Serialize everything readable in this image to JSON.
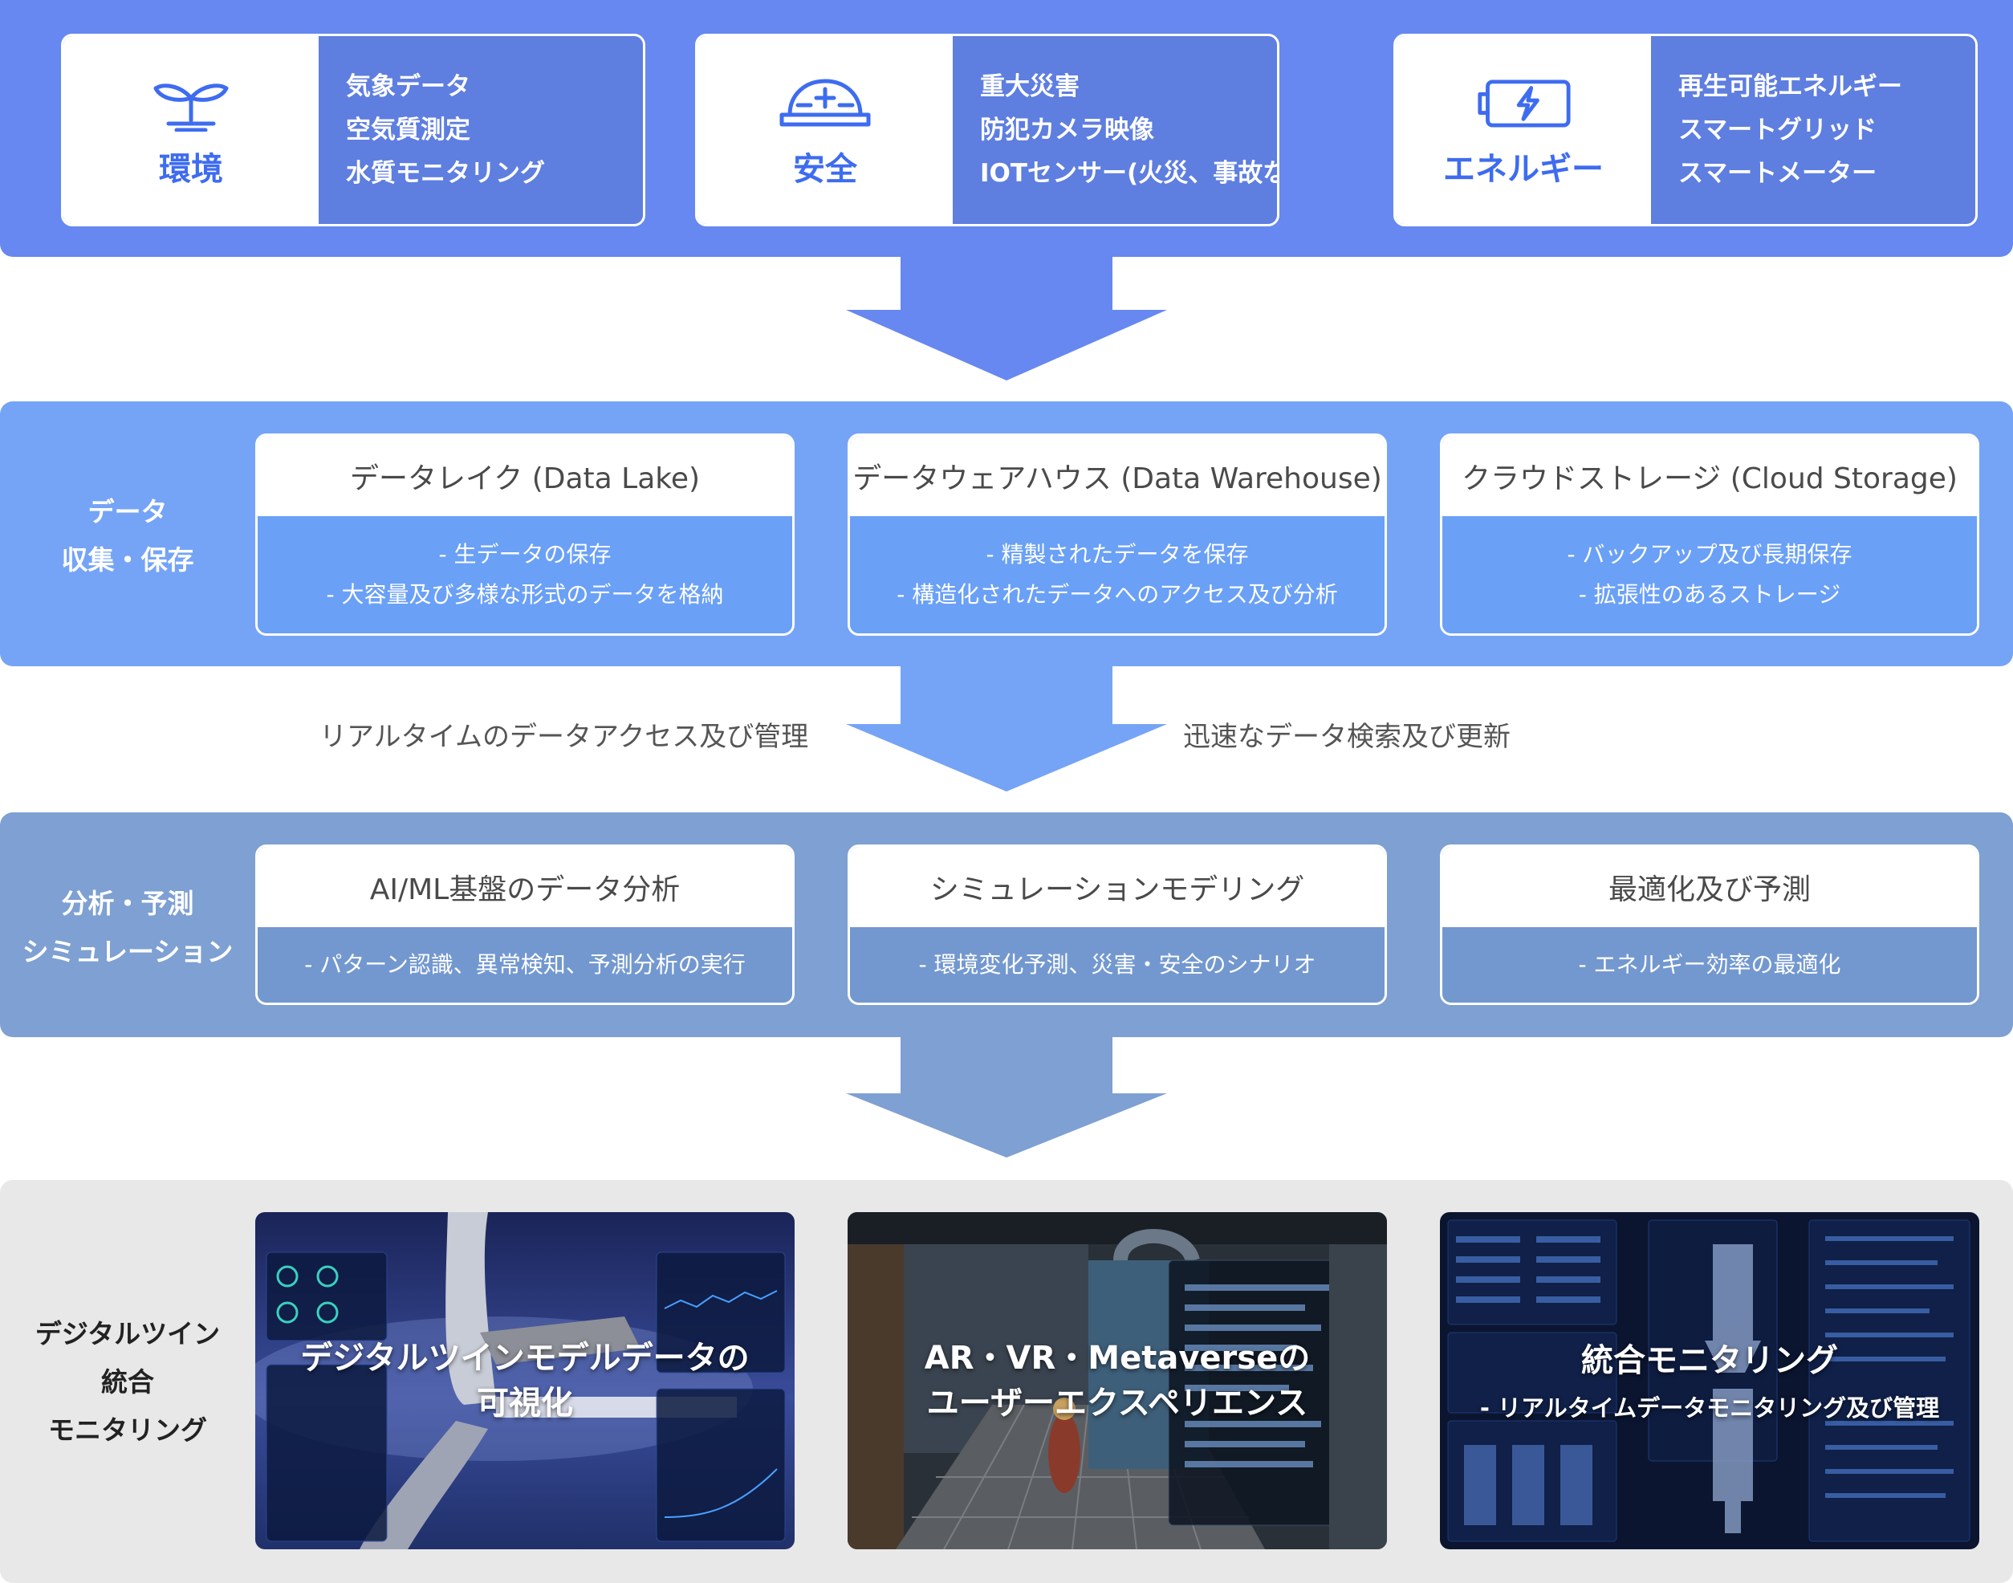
{
  "sources": [
    {
      "title": "環境",
      "icon": "sprout-icon",
      "items": [
        "気象データ",
        "空気質測定",
        "水質モニタリング"
      ]
    },
    {
      "title": "安全",
      "icon": "hardhat-icon",
      "items": [
        "重大災害",
        "防犯カメラ映像",
        "IOTセンサー(火災、事故など)"
      ]
    },
    {
      "title": "エネルギー",
      "icon": "battery-icon",
      "items": [
        "再生可能エネルギー",
        "スマートグリッド",
        "スマートメーター"
      ]
    }
  ],
  "storage": {
    "label_lines": [
      "データ",
      "収集・保存"
    ],
    "cards": [
      {
        "title": "データレイク (Data Lake)",
        "items": [
          "- 生データの保存",
          "- 大容量及び多様な形式のデータを格納"
        ]
      },
      {
        "title": "データウェアハウス (Data Warehouse)",
        "items": [
          "- 精製されたデータを保存",
          "- 構造化されたデータへのアクセス及び分析"
        ]
      },
      {
        "title": "クラウドストレージ (Cloud Storage)",
        "items": [
          "- バックアップ及び長期保存",
          "- 拡張性のあるストレージ"
        ]
      }
    ]
  },
  "flow_labels": {
    "left": "リアルタイムのデータアクセス及び管理",
    "right": "迅速なデータ検索及び更新"
  },
  "analysis": {
    "label_lines": [
      "分析・予測",
      "シミュレーション"
    ],
    "cards": [
      {
        "title": "AI/ML基盤のデータ分析",
        "items": [
          "- パターン認識、異常検知、予測分析の実行"
        ]
      },
      {
        "title": "シミュレーションモデリング",
        "items": [
          "- 環境変化予測、災害・安全のシナリオ"
        ]
      },
      {
        "title": "最適化及び予測",
        "items": [
          "- エネルギー効率の最適化"
        ]
      }
    ]
  },
  "twin": {
    "label_lines": [
      "デジタルツイン",
      "統合",
      "モニタリング"
    ],
    "cards": [
      {
        "title_lines": [
          "デジタルツインモデルデータの",
          "可視化"
        ],
        "sub": ""
      },
      {
        "title_lines": [
          "AR・VR・Metaverseの",
          "ユーザーエクスペリエンス"
        ],
        "sub": ""
      },
      {
        "title_lines": [
          "統合モニタリング"
        ],
        "sub": "- リアルタイムデータモニタリング及び管理"
      }
    ]
  },
  "colors": {
    "sources_band": "#6688f0",
    "storage_band": "#75a4f6",
    "analysis_band": "#7ea0d2",
    "twin_band": "#e8e8e8",
    "accent_title": "#3e6cf0"
  }
}
